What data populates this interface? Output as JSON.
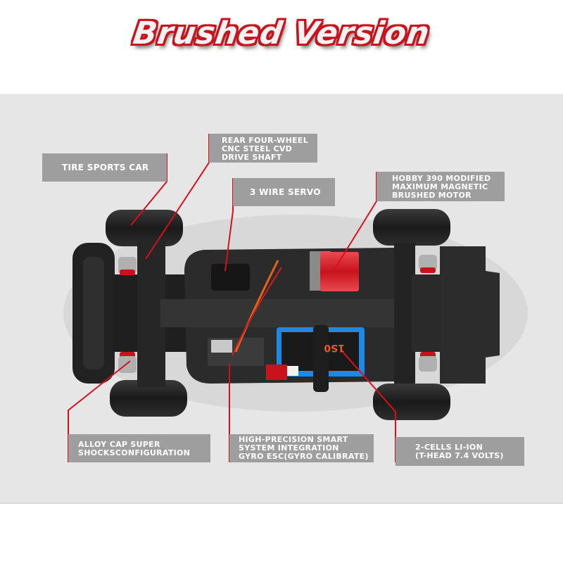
{
  "title": "Brushed Version",
  "colors": {
    "title_outline": "#c8121c",
    "panel_bg": "#e6e6e6",
    "label_bg": "#9e9e9e",
    "label_text": "#ffffff",
    "pointer_line": "#d4111c",
    "chassis": "#2a2a2a",
    "motor": "#d8232a",
    "battery": "#1e88e5"
  },
  "callouts": [
    {
      "id": "tire",
      "text": "TIRE SPORTS CAR"
    },
    {
      "id": "drive-shaft",
      "text": "REAR FOUR-WHEEL\nCNC STEEL CVD\nDRIVE SHAFT"
    },
    {
      "id": "servo",
      "text": "3 WIRE SERVO"
    },
    {
      "id": "motor",
      "text": "HOBBY 390 MODIFIED\nMAXIMUM MAGNETIC\nBRUSHED MOTOR"
    },
    {
      "id": "shocks",
      "text": "ALLOY CAP SUPER\nSHOCKSCONFIGURATION"
    },
    {
      "id": "esc",
      "text": "HIGH-PRECISION SMART\nSYSTEM INTEGRATION\nGYRO ESC(GYRO CALIBRATE)"
    },
    {
      "id": "battery",
      "text": "2-CELLS LI-ION\n(T-HEAD 7.4 VOLTS)"
    }
  ]
}
